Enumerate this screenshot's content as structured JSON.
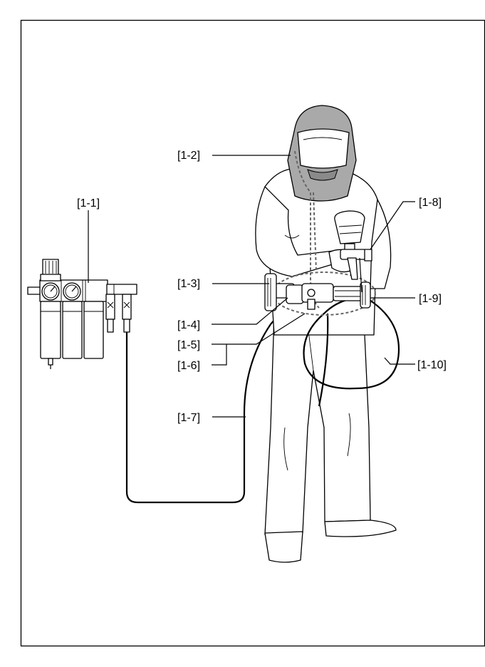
{
  "figure": {
    "callouts": {
      "c1": "[1-1]",
      "c2": "[1-2]",
      "c3": "[1-3]",
      "c4": "[1-4]",
      "c5": "[1-5]",
      "c6": "[1-6]",
      "c7": "[1-7]",
      "c8": "[1-8]",
      "c9": "[1-9]",
      "c10": "[1-10]"
    },
    "colors": {
      "hood": "#a9a9a9",
      "line": "#000000",
      "hidden_hose": "#666666"
    },
    "icons": [
      "filter-unit-icon",
      "pressure-gauge-icon",
      "spray-gun-icon",
      "belt-regulator-icon",
      "respirator-hood-icon"
    ]
  }
}
